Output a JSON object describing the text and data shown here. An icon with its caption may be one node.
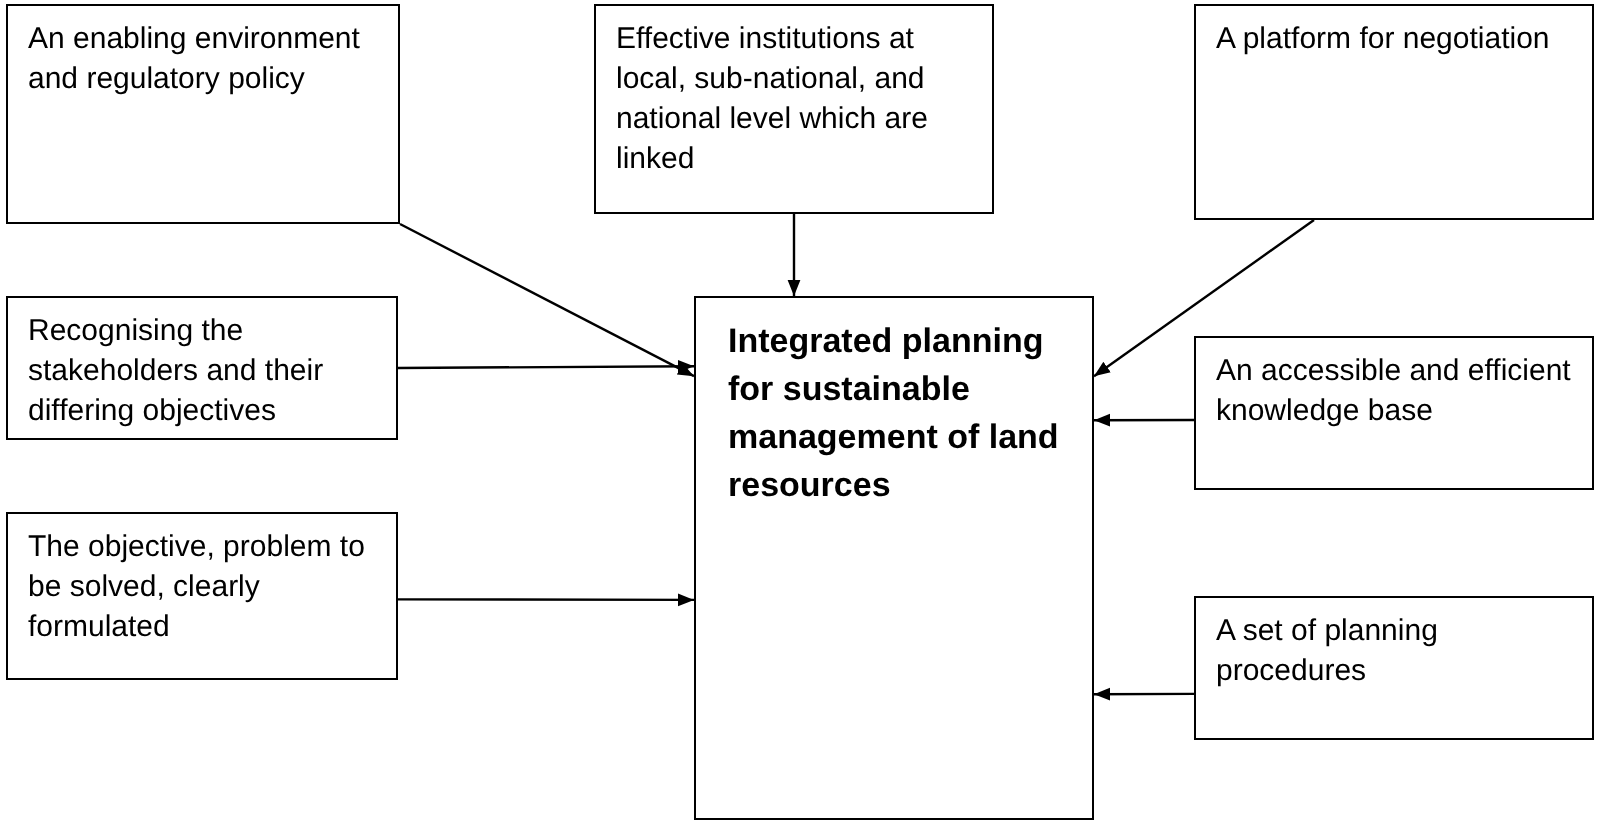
{
  "diagram": {
    "nodes": [
      {
        "text": [
          "An enabling environment and regulatory policy"
        ]
      },
      {
        "text": [
          "Effective institutions at local, sub-national, and national level which are linked"
        ]
      },
      {
        "text": [
          "A platform for negotiation"
        ]
      },
      {
        "text": [
          "Recognising the stakeholders and their differing objectives"
        ]
      },
      {
        "text": [
          "Integrated planning for sustainable management of land resources"
        ]
      },
      {
        "text": [
          "An accessible and efficient knowledge base"
        ]
      },
      {
        "text": [
          "The objective, problem to be solved, clearly formulated"
        ]
      },
      {
        "text": [
          "A set of planning procedures"
        ]
      }
    ],
    "edges": [
      {
        "from": 0,
        "to": 4,
        "arrow": "to"
      },
      {
        "from": 1,
        "to": 4,
        "arrow": "to"
      },
      {
        "from": 2,
        "to": 4,
        "arrow": "to"
      },
      {
        "from": 3,
        "to": 4,
        "arrow": "to"
      },
      {
        "from": 5,
        "to": 4,
        "arrow": "to"
      },
      {
        "from": 6,
        "to": 4,
        "arrow": "to"
      },
      {
        "from": 7,
        "to": 4,
        "arrow": "to"
      }
    ]
  }
}
